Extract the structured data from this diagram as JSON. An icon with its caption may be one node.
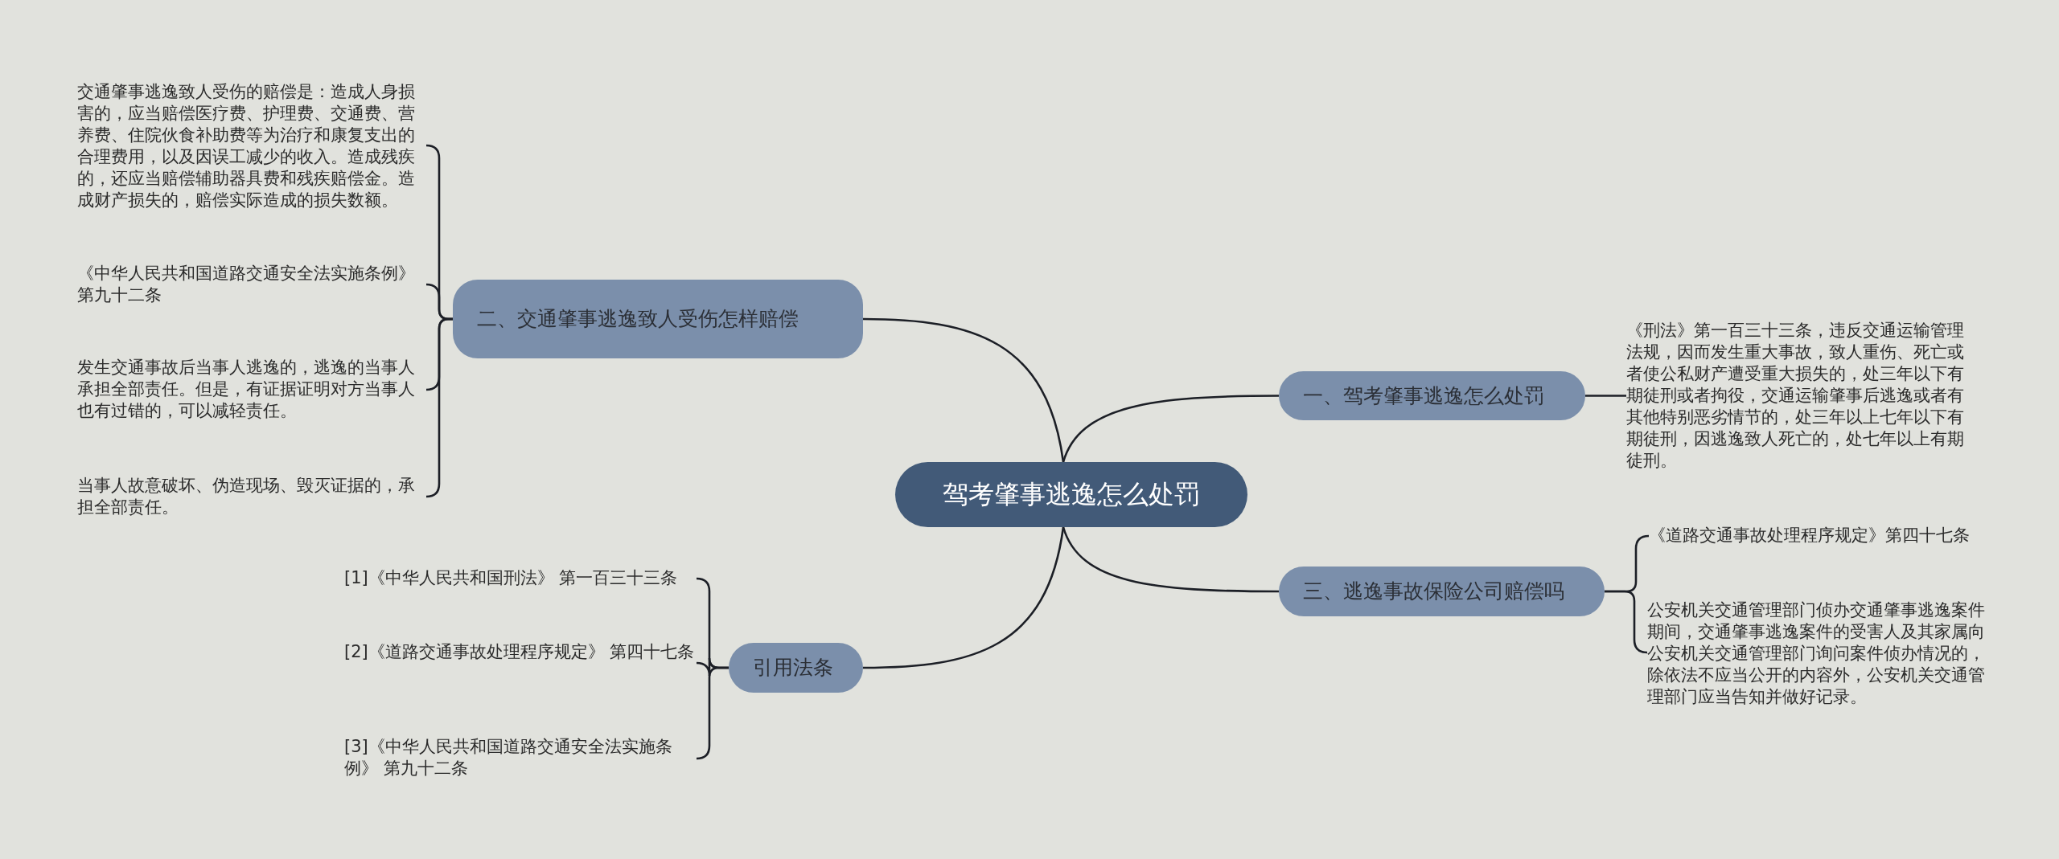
{
  "diagram": {
    "nodes": [
      {
        "text": [
          "驾考肇事逃逸怎么处罚"
        ]
      },
      {
        "text": [
          "一、驾考肇事逃逸怎么处罚"
        ]
      },
      {
        "text": [
          "《刑法》第一百三十三条，违反交通运输管理法规，因而发生重大事故，致人重伤、死亡或者使公私财产遭受重大损失的，处三年以下有期徒刑或者拘役，交通运输肇事后逃逸或者有其他特别恶劣情节的，处三年以上七年以下有期徒刑，因逃逸致人死亡的，处七年以上有期徒刑。"
        ]
      },
      {
        "text": [
          "二、交通肇事逃逸致人受伤怎样赔偿"
        ]
      },
      {
        "text": [
          "交通肇事逃逸致人受伤的赔偿是：造成人身损害的，应当赔偿医疗费、护理费、交通费、营养费、住院伙食补助费等为治疗和康复支出的合理费用，以及因误工减少的收入。造成残疾的，还应当赔偿辅助器具费和残疾赔偿金。造成财产损失的，赔偿实际造成的损失数额。"
        ]
      },
      {
        "text": [
          "《中华人民共和国道路交通安全法实施条例》第九十二条"
        ]
      },
      {
        "text": [
          "发生交通事故后当事人逃逸的，逃逸的当事人承担全部责任。但是，有证据证明对方当事人也有过错的，可以减轻责任。"
        ]
      },
      {
        "text": [
          "当事人故意破坏、伪造现场、毁灭证据的，承担全部责任。"
        ]
      },
      {
        "text": [
          "三、逃逸事故保险公司赔偿吗"
        ]
      },
      {
        "text": [
          "《道路交通事故处理程序规定》第四十七条"
        ]
      },
      {
        "text": [
          "公安机关交通管理部门侦办交通肇事逃逸案件期间，交通肇事逃逸案件的受害人及其家属向公安机关交通管理部门询问案件侦办情况的，除依法不应当公开的内容外，公安机关交通管理部门应当告知并做好记录。"
        ]
      },
      {
        "text": [
          "引用法条"
        ]
      },
      {
        "text": [
          "[1]《中华人民共和国刑法》 第一百三十三条"
        ]
      },
      {
        "text": [
          "[2]《道路交通事故处理程序规定》 第四十七条"
        ]
      },
      {
        "text": [
          "[3]《中华人民共和国道路交通安全法实施条例》 第九十二条"
        ]
      }
    ],
    "edges": [
      {
        "from": 0,
        "to": 1,
        "arrow": "none"
      },
      {
        "from": 1,
        "to": 2,
        "arrow": "none"
      },
      {
        "from": 0,
        "to": 3,
        "arrow": "none"
      },
      {
        "from": 3,
        "to": 4,
        "arrow": "none"
      },
      {
        "from": 3,
        "to": 5,
        "arrow": "none"
      },
      {
        "from": 3,
        "to": 6,
        "arrow": "none"
      },
      {
        "from": 3,
        "to": 7,
        "arrow": "none"
      },
      {
        "from": 0,
        "to": 8,
        "arrow": "none"
      },
      {
        "from": 8,
        "to": 9,
        "arrow": "none"
      },
      {
        "from": 8,
        "to": 10,
        "arrow": "none"
      },
      {
        "from": 0,
        "to": 11,
        "arrow": "none"
      },
      {
        "from": 11,
        "to": 12,
        "arrow": "none"
      },
      {
        "from": 11,
        "to": 13,
        "arrow": "none"
      },
      {
        "from": 11,
        "to": 14,
        "arrow": "none"
      }
    ]
  }
}
